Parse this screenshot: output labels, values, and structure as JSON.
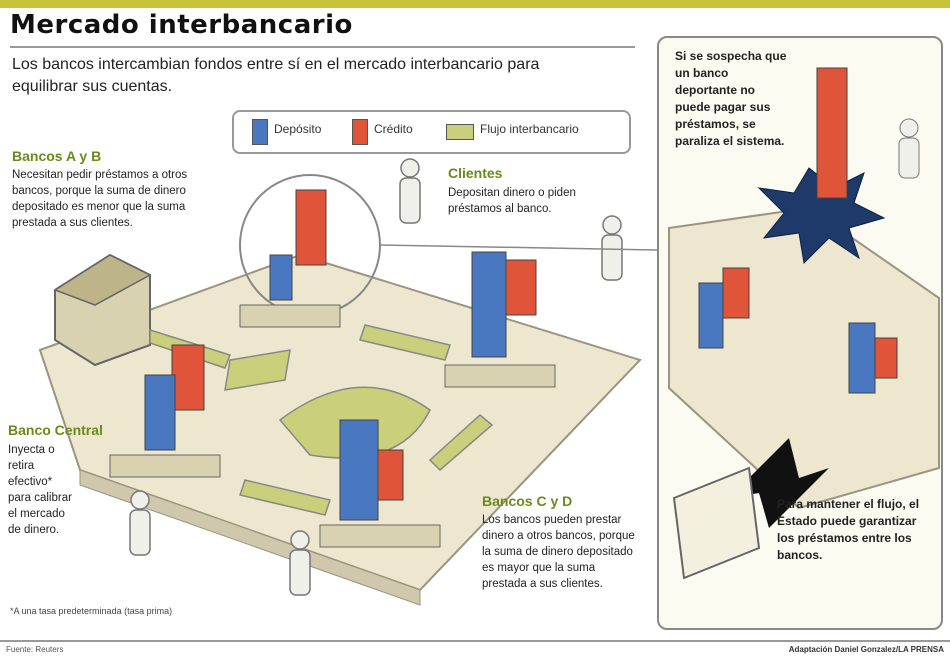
{
  "title": "Mercado interbancario",
  "subtitle": "Los bancos intercambian fondos entre sí en el mercado interbancario para equilibrar sus cuentas.",
  "legend": {
    "deposits": "Depósito",
    "credit": "Crédito",
    "flow": "Flujo interbancario"
  },
  "bancos_ab": {
    "heading": "Bancos A y B",
    "text": "Necesitan pedir préstamos a otros bancos, porque la suma de dinero depositado es menor que la suma prestada a sus clientes."
  },
  "clientes": {
    "heading": "Clientes",
    "text": "Depositan dinero o piden préstamos al banco."
  },
  "banco_central": {
    "heading": "Banco Central",
    "text": "Inyecta o retira efectivo* para calibrar el mercado de dinero."
  },
  "bancos_cd": {
    "heading": "Bancos C y D",
    "text": "Los bancos pueden prestar dinero a otros bancos, porque la suma de dinero depositado es mayor que la suma prestada a sus clientes."
  },
  "inset": {
    "top_text": "Si se sospecha que un banco deportante no puede pagar sus préstamos, se paraliza el sistema.",
    "bottom_text": "Para mantener el flujo, el Estado puede garantizar los préstamos entre los bancos."
  },
  "footnote": "*A una tasa predeterminada (tasa prima)",
  "credits": {
    "left": "Fuente: Reuters",
    "right": "Adaptación Daniel Gonzalez/LA PRENSA"
  },
  "colors": {
    "deposit": "#4a78c0",
    "credit": "#e0553a",
    "flow": "#c9cf7a",
    "accent": "#c8c23a"
  }
}
